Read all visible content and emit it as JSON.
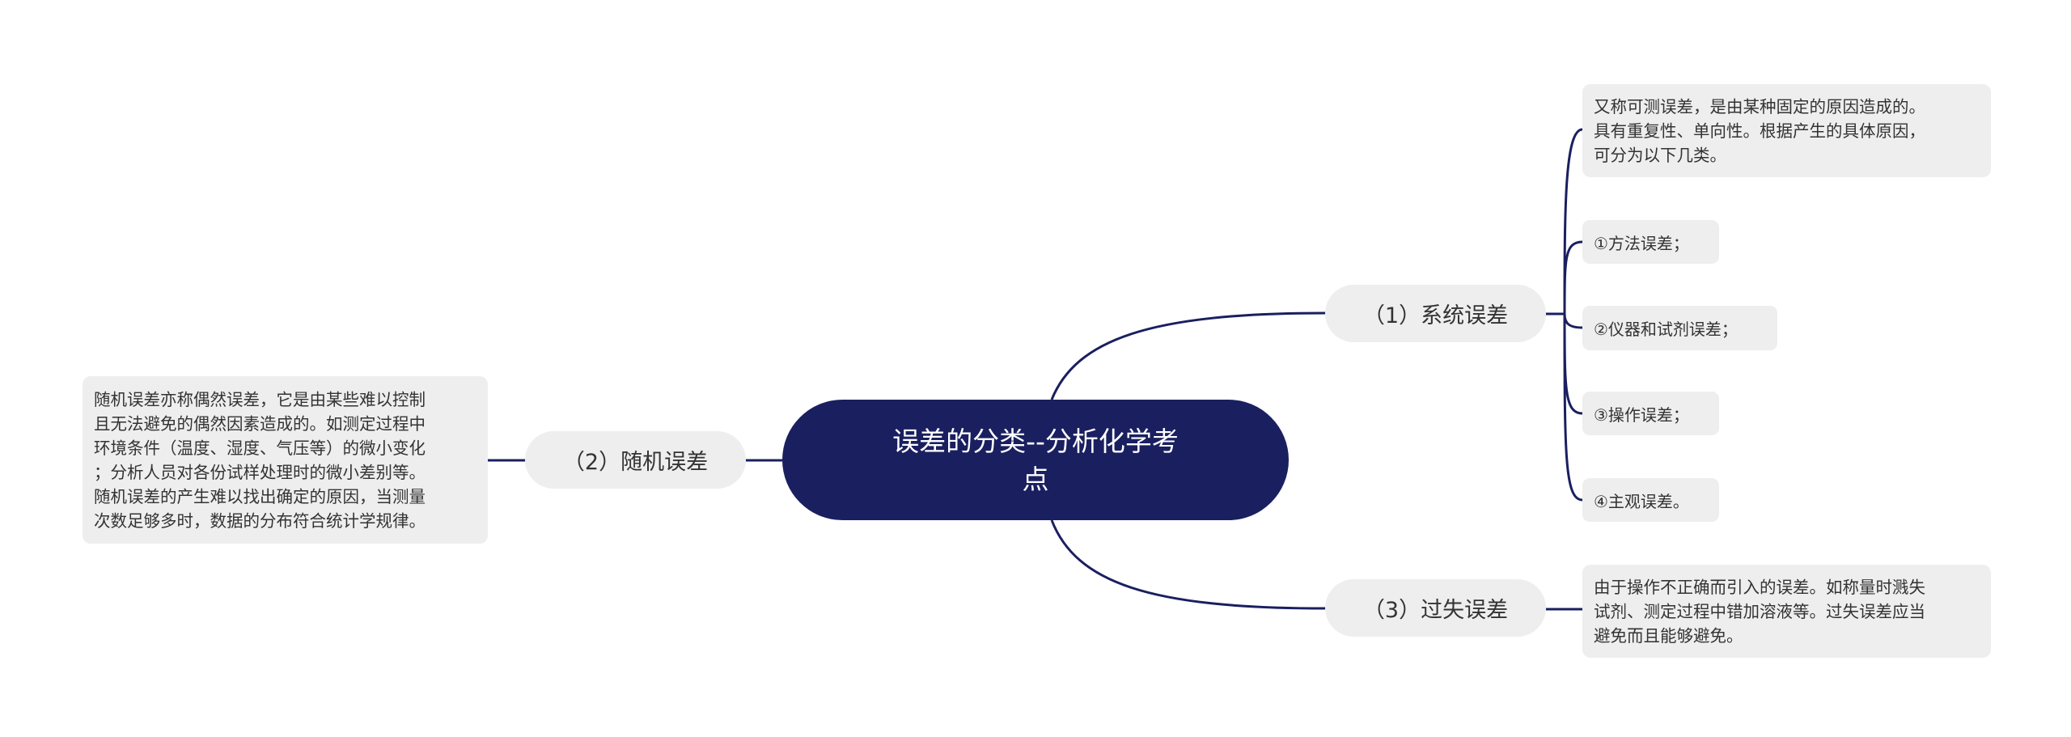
{
  "root": {
    "title_line1": "误差的分类--分析化学考",
    "title_line2": "点"
  },
  "branches": {
    "systematic": {
      "label": "（1）系统误差",
      "description": "又称可测误差，是由某种固定的原因造成的。\n具有重复性、单向性。根据产生的具体原因，\n可分为以下几类。",
      "items": [
        "①方法误差；",
        "②仪器和试剂误差；",
        "③操作误差；",
        "④主观误差。"
      ]
    },
    "random": {
      "label": "（2）随机误差",
      "description": "随机误差亦称偶然误差，它是由某些难以控制\n且无法避免的偶然因素造成的。如测定过程中\n环境条件（温度、湿度、气压等）的微小变化\n；分析人员对各份试样处理时的微小差别等。\n随机误差的产生难以找出确定的原因，当测量\n次数足够多时，数据的分布符合统计学规律。"
    },
    "gross": {
      "label": "（3）过失误差",
      "description": "由于操作不正确而引入的误差。如称量时溅失\n试剂、测定过程中错加溶液等。过失误差应当\n避免而且能够避免。"
    }
  },
  "colors": {
    "root_fill": "#1a1f60",
    "link": "#1a1f60",
    "node_fill": "#eeeeee",
    "text": "#333333",
    "root_text": "#ffffff"
  }
}
